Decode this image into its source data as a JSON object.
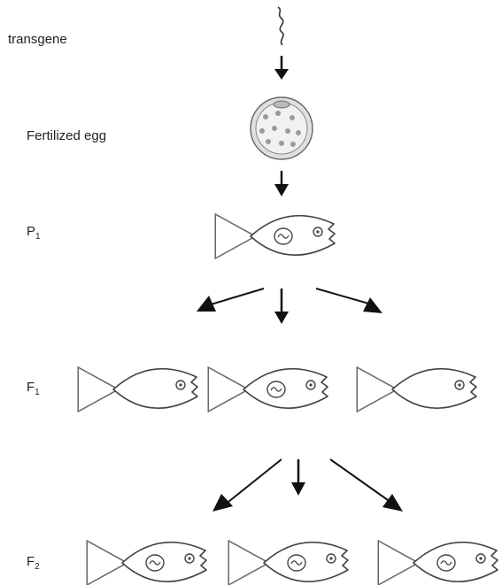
{
  "labels": {
    "transgene": "transgene",
    "fertilized_egg": "Fertilized egg",
    "p1": {
      "base": "P",
      "sub": "1"
    },
    "f1": {
      "base": "F",
      "sub": "1"
    },
    "f2": {
      "base": "F",
      "sub": "2"
    }
  },
  "colors": {
    "line": "#444444",
    "arrow": "#111111",
    "egg_fill": "#dcdcdc",
    "egg_inner": "#ebebeb"
  },
  "generations": {
    "p1": {
      "fish": [
        {
          "transgenic": true
        }
      ]
    },
    "f1": {
      "fish": [
        {
          "transgenic": false
        },
        {
          "transgenic": true
        },
        {
          "transgenic": false
        }
      ]
    },
    "f2": {
      "fish": [
        {
          "transgenic": true
        },
        {
          "transgenic": true
        },
        {
          "transgenic": true
        }
      ]
    }
  }
}
